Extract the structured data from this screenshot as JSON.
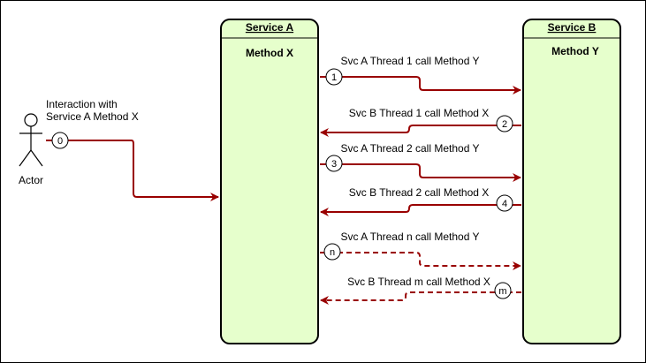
{
  "actor": {
    "label": "Actor",
    "note_line1": "Interaction with",
    "note_line2": "Service A Method X"
  },
  "services": [
    {
      "header": "Service A",
      "method": "Method X"
    },
    {
      "header": "Service B",
      "method": "Method Y"
    }
  ],
  "messages": [
    {
      "step": "0",
      "text": ""
    },
    {
      "step": "1",
      "text": "Svc A Thread 1 call Method Y"
    },
    {
      "step": "2",
      "text": "Svc B Thread 1 call Method X"
    },
    {
      "step": "3",
      "text": "Svc A Thread 2 call Method Y"
    },
    {
      "step": "4",
      "text": "Svc B Thread 2 call Method X"
    },
    {
      "step": "n",
      "text": "Svc A Thread n call Method Y"
    },
    {
      "step": "m",
      "text": "Svc B Thread m call Method X"
    }
  ],
  "colors": {
    "arrow": "#990000",
    "lifeline_fill": "#e6ffcc",
    "stroke": "#000000"
  }
}
